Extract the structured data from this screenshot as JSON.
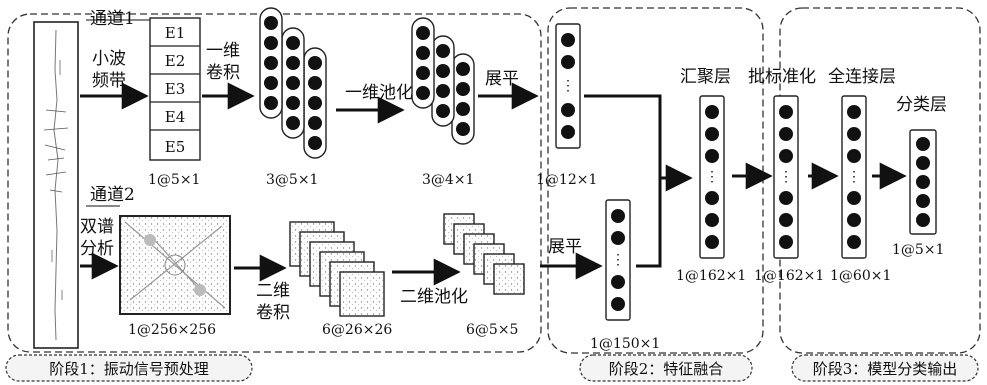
{
  "channels": {
    "channel1": "通道1",
    "channel2": "通道2",
    "wavelet": [
      "小波",
      "频带"
    ],
    "bispectrum": [
      "双谱",
      "分析"
    ]
  },
  "bands": [
    "E1",
    "E2",
    "E3",
    "E4",
    "E5"
  ],
  "ops": {
    "conv1d": [
      "一维",
      "卷积"
    ],
    "pool1d": "一维池化",
    "flatten_top": "展平",
    "conv2d": [
      "二维",
      "卷积"
    ],
    "pool2d": "二维池化",
    "flatten_bottom": "展平",
    "aggregation": "汇聚层",
    "batchnorm": "批标准化",
    "fully_connected": "全连接层",
    "classification": "分类层"
  },
  "dims": {
    "bands": "1@5×1",
    "conv1d": "3@5×1",
    "pool1d": "3@4×1",
    "flatten_top": "1@12×1",
    "bispectrum": "1@256×256",
    "conv2d": "6@26×26",
    "pool2d": "6@5×5",
    "flatten_bottom": "1@150×1",
    "aggregation": "1@162×1",
    "batchnorm": "1@162×1",
    "fully_connected": "1@60×1",
    "classification": "1@5×1"
  },
  "stages": {
    "stage1": "阶段1：振动信号预处理",
    "stage2": "阶段2：特征融合",
    "stage3": "阶段3：模型分类输出"
  },
  "ellipsis": "⋮"
}
